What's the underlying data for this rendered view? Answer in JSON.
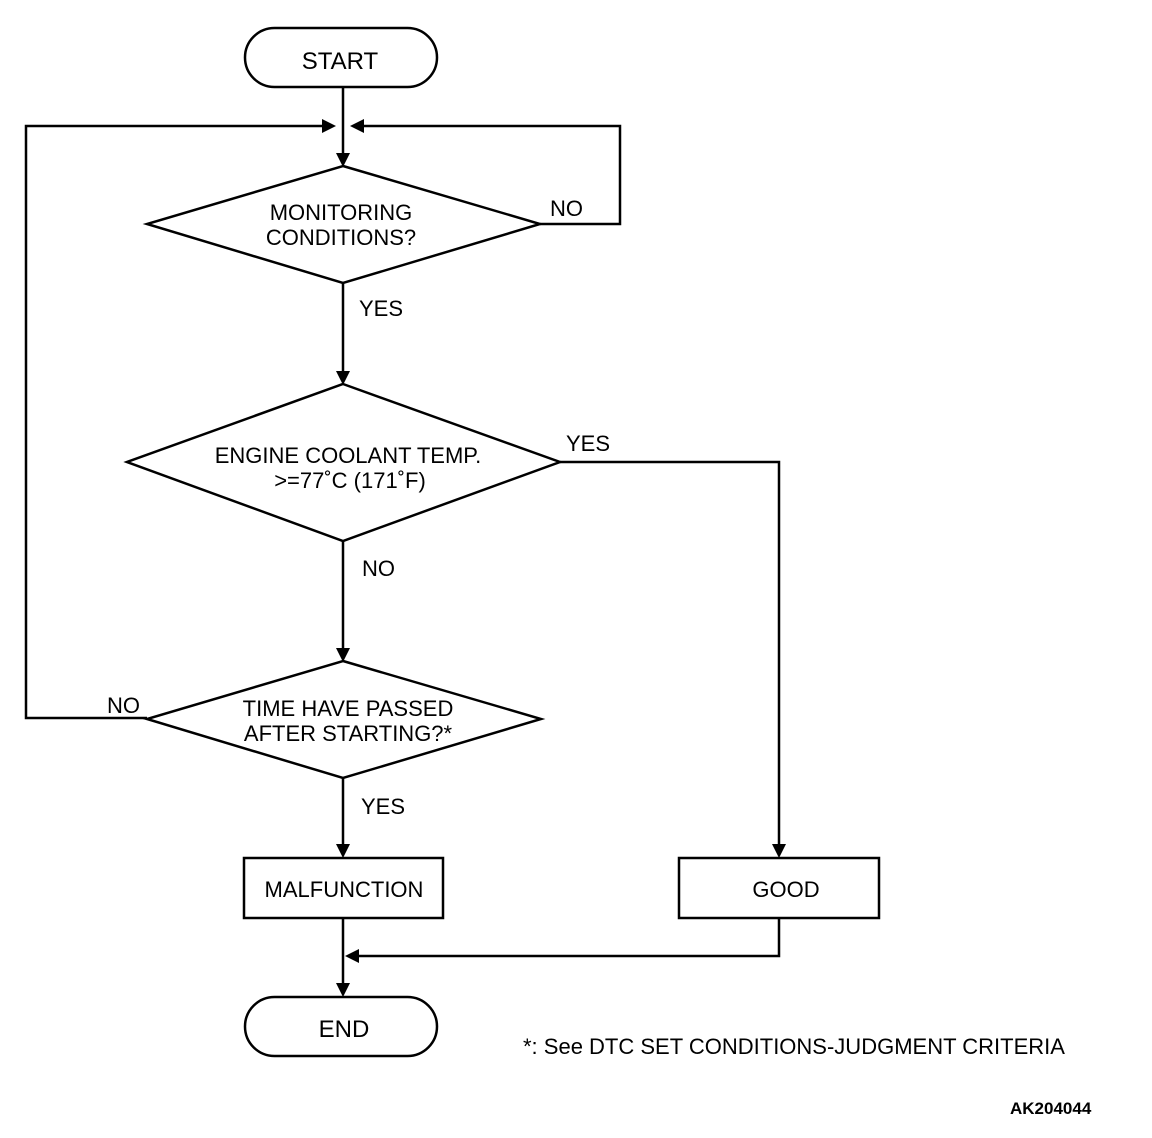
{
  "nodes": {
    "start": "START",
    "monitoring_line1": "MONITORING",
    "monitoring_line2": "CONDITIONS?",
    "coolant_line1": "ENGINE COOLANT TEMP.",
    "coolant_line2": ">=77˚C (171˚F)",
    "time_line1": "TIME HAVE PASSED",
    "time_line2": "AFTER STARTING?*",
    "malfunction": "MALFUNCTION",
    "good": "GOOD",
    "end": "END"
  },
  "edge_labels": {
    "monitoring_no": "NO",
    "monitoring_yes": "YES",
    "coolant_yes": "YES",
    "coolant_no": "NO",
    "time_no": "NO",
    "time_yes": "YES"
  },
  "footnote": "*: See DTC SET CONDITIONS-JUDGMENT CRITERIA",
  "figure_code": "AK204044"
}
